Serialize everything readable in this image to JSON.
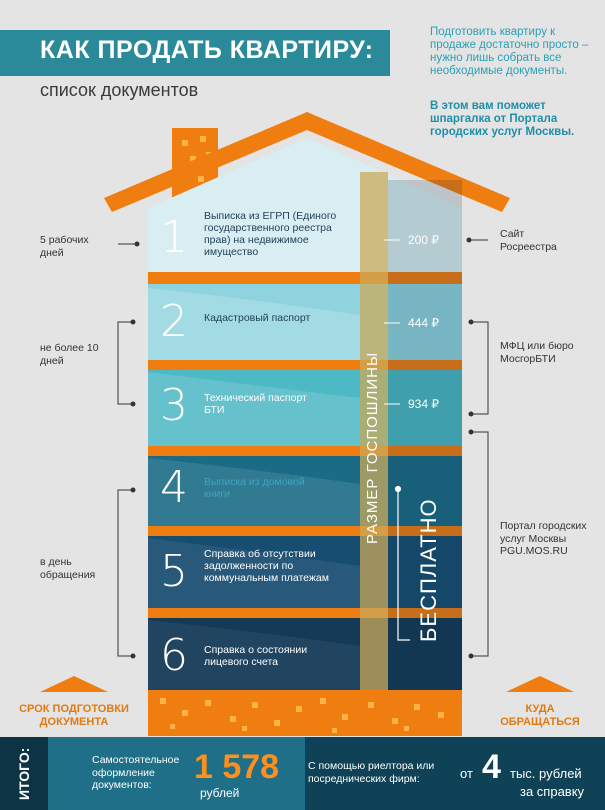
{
  "header": {
    "title": "КАК ПРОДАТЬ КВАРТИРУ:",
    "subtitle": "список документов",
    "intro": "Подготовить квартиру к продаже достаточно просто – нужно лишь собрать все необходимые документы.",
    "intro_bold": "В этом вам поможет шпаргалка от Портала городских услуг Москвы."
  },
  "steps": [
    {
      "num": "1",
      "label": "Выписка из ЕГРП (Единого государственного реестра прав) на недвижимое имущество",
      "price": "200 ₽"
    },
    {
      "num": "2",
      "label": "Кадастровый паспорт",
      "price": "444 ₽"
    },
    {
      "num": "3",
      "label": "Технический паспорт БТИ",
      "price": "934 ₽"
    },
    {
      "num": "4",
      "label": "Выписка из домовой книги"
    },
    {
      "num": "5",
      "label": "Справка об отсутствии задолженности по коммунальным платежам"
    },
    {
      "num": "6",
      "label": "Справка о состоянии лицевого счета"
    }
  ],
  "duty_label": "РАЗМЕР ГОСПОШЛИНЫ",
  "free_label": "БЕСПЛАТНО",
  "left_notes": {
    "n1": "5 рабочих дней",
    "n2": "не более 10 дней",
    "n3": "в день обращения"
  },
  "right_notes": {
    "n1": "Сайт Росреестра",
    "n2": "МФЦ или бюро МосгорБТИ",
    "n3": "Портал городских услуг Москвы PGU.MOS.RU"
  },
  "captions": {
    "left": "СРОК ПОДГОТОВКИ ДОКУМЕНТА",
    "right": "КУДА ОБРАЩАТЬСЯ"
  },
  "footer": {
    "itogo": "ИТОГО:",
    "self_label": "Самостоятельное оформление документов:",
    "self_amount": "1 578",
    "self_unit": "рублей",
    "agent_label": "С помощью риелтора или посреднических фирм:",
    "agent_prefix": "от",
    "agent_amount": "4",
    "agent_unit": "тыс. рублей",
    "agent_suffix": "за справку"
  },
  "colors": {
    "accent_orange": "#f07d10",
    "teal": "#2a8a9a",
    "footer_dark": "#0f4256"
  }
}
